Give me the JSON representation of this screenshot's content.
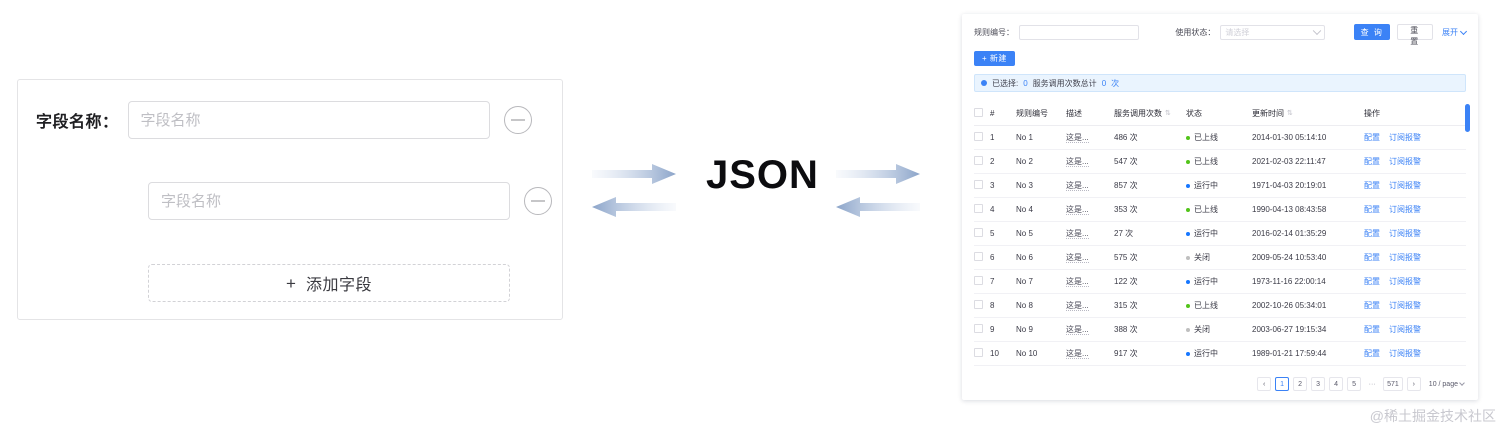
{
  "left_card": {
    "field_label": "字段名称：",
    "rows": [
      {
        "placeholder": "字段名称",
        "value": "",
        "remove_icon": "minus-circle-icon"
      },
      {
        "placeholder": "字段名称",
        "value": "",
        "remove_icon": "minus-circle-icon"
      }
    ],
    "add_button": {
      "plus": "+",
      "label": "添加字段"
    }
  },
  "center": {
    "json_label": "JSON",
    "arrows": [
      {
        "name": "arrow-right-top-left",
        "direction": "right"
      },
      {
        "name": "arrow-left-bottom-left",
        "direction": "left"
      },
      {
        "name": "arrow-right-top-right",
        "direction": "right"
      },
      {
        "name": "arrow-left-bottom-right",
        "direction": "left"
      }
    ]
  },
  "right_panel": {
    "search": {
      "rule_no_label": "规则编号：",
      "rule_no_value": "",
      "rule_no_placeholder": "",
      "status_label": "使用状态：",
      "status_placeholder": "请选择",
      "search_button": "查 询",
      "reset_button": "重 置",
      "expand_link": "展开"
    },
    "new_button": "+ 新建",
    "alert": {
      "selected_label": "已选择:",
      "selected_count": "0",
      "calls_label": "服务调用次数总计",
      "calls_count": "0",
      "calls_unit": "次"
    },
    "table": {
      "columns": [
        "",
        "#",
        "规则编号",
        "描述",
        "服务调用次数",
        "状态",
        "更新时间",
        "操作"
      ],
      "sortable": [
        false,
        false,
        false,
        false,
        true,
        false,
        true,
        false
      ],
      "rows": [
        {
          "idx": "1",
          "no": "No 1",
          "desc": "这是...",
          "calls": "486 次",
          "status": "已上线",
          "status_color": "#52c41a",
          "time": "2014-01-30 05:14:10",
          "ops": [
            "配置",
            "订阅报警"
          ]
        },
        {
          "idx": "2",
          "no": "No 2",
          "desc": "这是...",
          "calls": "547 次",
          "status": "已上线",
          "status_color": "#52c41a",
          "time": "2021-02-03 22:11:47",
          "ops": [
            "配置",
            "订阅报警"
          ]
        },
        {
          "idx": "3",
          "no": "No 3",
          "desc": "这是...",
          "calls": "857 次",
          "status": "运行中",
          "status_color": "#1677ff",
          "time": "1971-04-03 20:19:01",
          "ops": [
            "配置",
            "订阅报警"
          ]
        },
        {
          "idx": "4",
          "no": "No 4",
          "desc": "这是...",
          "calls": "353 次",
          "status": "已上线",
          "status_color": "#52c41a",
          "time": "1990-04-13 08:43:58",
          "ops": [
            "配置",
            "订阅报警"
          ]
        },
        {
          "idx": "5",
          "no": "No 5",
          "desc": "这是...",
          "calls": "27 次",
          "status": "运行中",
          "status_color": "#1677ff",
          "time": "2016-02-14 01:35:29",
          "ops": [
            "配置",
            "订阅报警"
          ]
        },
        {
          "idx": "6",
          "no": "No 6",
          "desc": "这是...",
          "calls": "575 次",
          "status": "关闭",
          "status_color": "#bfbfbf",
          "time": "2009-05-24 10:53:40",
          "ops": [
            "配置",
            "订阅报警"
          ]
        },
        {
          "idx": "7",
          "no": "No 7",
          "desc": "这是...",
          "calls": "122 次",
          "status": "运行中",
          "status_color": "#1677ff",
          "time": "1973-11-16 22:00:14",
          "ops": [
            "配置",
            "订阅报警"
          ]
        },
        {
          "idx": "8",
          "no": "No 8",
          "desc": "这是...",
          "calls": "315 次",
          "status": "已上线",
          "status_color": "#52c41a",
          "time": "2002-10-26 05:34:01",
          "ops": [
            "配置",
            "订阅报警"
          ]
        },
        {
          "idx": "9",
          "no": "No 9",
          "desc": "这是...",
          "calls": "388 次",
          "status": "关闭",
          "status_color": "#bfbfbf",
          "time": "2003-06-27 19:15:34",
          "ops": [
            "配置",
            "订阅报警"
          ]
        },
        {
          "idx": "10",
          "no": "No 10",
          "desc": "这是...",
          "calls": "917 次",
          "status": "运行中",
          "status_color": "#1677ff",
          "time": "1989-01-21 17:59:44",
          "ops": [
            "配置",
            "订阅报警"
          ]
        }
      ]
    },
    "pagination": {
      "prev": "‹",
      "pages": [
        "1",
        "2",
        "3",
        "4",
        "5"
      ],
      "ellipsis": "···",
      "last": "571",
      "next": "›",
      "active": "1",
      "page_size": "10 / page"
    }
  },
  "watermark": "@稀土掘金技术社区",
  "colors": {
    "accent": "#3b82f6",
    "success": "#52c41a",
    "running": "#1677ff",
    "closed": "#bfbfbf",
    "alert_bg": "#eaf4fe"
  }
}
